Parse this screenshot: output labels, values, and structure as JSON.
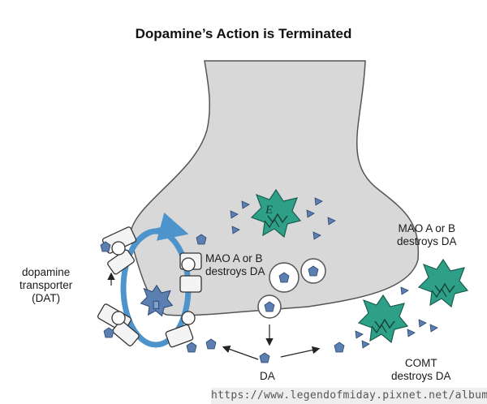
{
  "title": "Dopamine’s Action is Terminated",
  "labels": {
    "dat": "dopamine\ntransporter\n(DAT)",
    "mao_inside": "MAO A or B\ndestroys DA",
    "mao_outside": "MAO A or B\ndestroys DA",
    "comt": "COMT\ndestroys DA",
    "da": "DA",
    "enzyme_letter": "E"
  },
  "watermark": "https://www.legendofmiday.pixnet.net/album",
  "colors": {
    "terminal_fill": "#d8d8d8",
    "enzyme_fill": "#2fa088",
    "dopamine_fill": "#5a7fb0",
    "transporter_ring": "#4d94cc",
    "arrow": "#222222"
  }
}
